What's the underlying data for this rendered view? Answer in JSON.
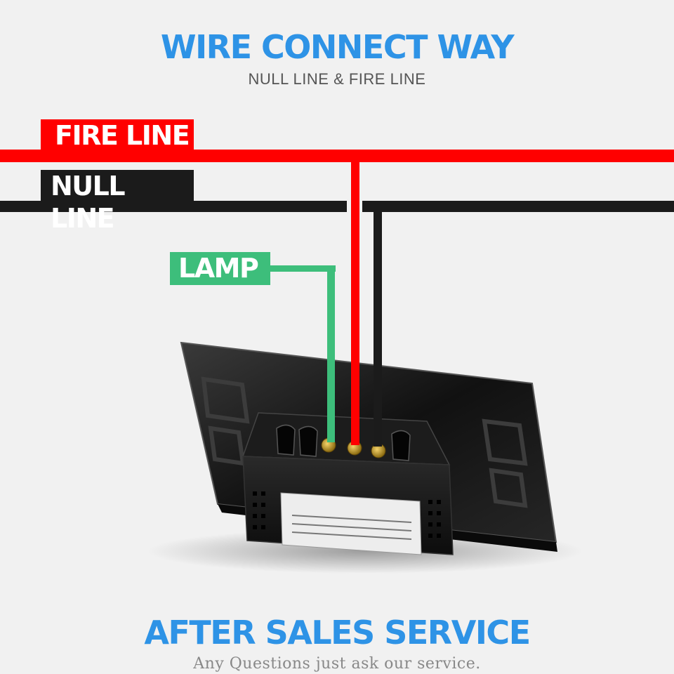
{
  "header": {
    "title": "WIRE CONNECT WAY",
    "subtitle": "NULL LINE & FIRE LINE"
  },
  "labels": {
    "fire_line": "FIRE LINE",
    "null_line": "NULL LINE",
    "lamp": "LAMP"
  },
  "footer": {
    "title": "AFTER SALES SERVICE",
    "subtitle": "Any Questions just ask our service."
  },
  "colors": {
    "accent_blue": "#2e93e6",
    "fire_red": "#ff0000",
    "null_black": "#1b1b1b",
    "lamp_green": "#3dbe7b"
  },
  "icons": [
    "touch-switch-back-photo"
  ]
}
